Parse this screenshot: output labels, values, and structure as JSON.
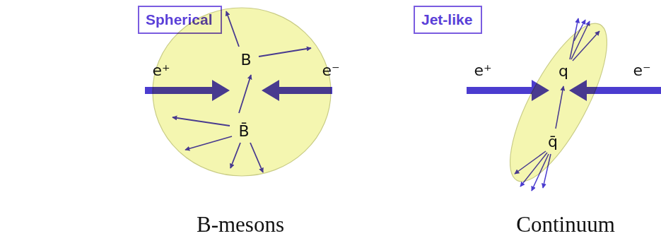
{
  "diagram": {
    "nodes": [
      {
        "text": [
          "Spherical"
        ]
      },
      {
        "text": [
          "B",
          "B̄"
        ]
      },
      {
        "text": [
          "Jet-like"
        ]
      },
      {
        "text": [
          "q",
          "q̄"
        ]
      }
    ],
    "labels": [
      "e⁺",
      "e⁻",
      "e⁺",
      "e⁻",
      "B-mesons",
      "Continuum"
    ]
  }
}
